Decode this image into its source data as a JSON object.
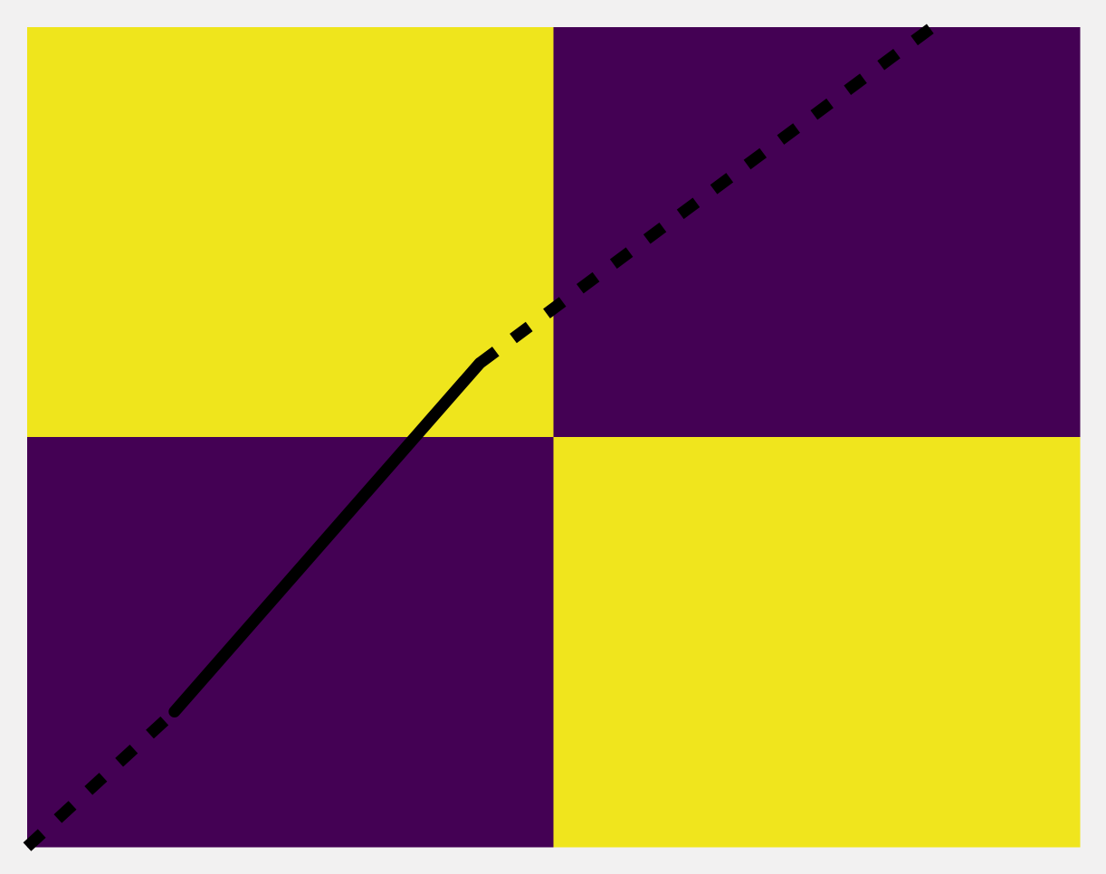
{
  "chart_data": {
    "type": "heatmap",
    "title": "",
    "xlabel": "",
    "ylabel": "",
    "grid": false,
    "x_range": [
      0,
      2
    ],
    "y_range": [
      0,
      2
    ],
    "cells": [
      {
        "row": 0,
        "col": 0,
        "value": 1,
        "color": "#efe51c"
      },
      {
        "row": 0,
        "col": 1,
        "value": 0,
        "color": "#440154"
      },
      {
        "row": 1,
        "col": 0,
        "value": 0,
        "color": "#440154"
      },
      {
        "row": 1,
        "col": 1,
        "value": 1,
        "color": "#f0e51d"
      }
    ],
    "overlay_line": {
      "x": [
        0,
        0.28,
        0.86,
        1.72
      ],
      "y": [
        0,
        0.33,
        1.18,
        2.0
      ],
      "segment_styles": [
        "dashed",
        "solid",
        "dashed"
      ],
      "color": "#000000"
    }
  },
  "colors": {
    "figure_background": "#f2f1f1",
    "high": "#efe51c",
    "low": "#440154",
    "line": "#000000"
  }
}
